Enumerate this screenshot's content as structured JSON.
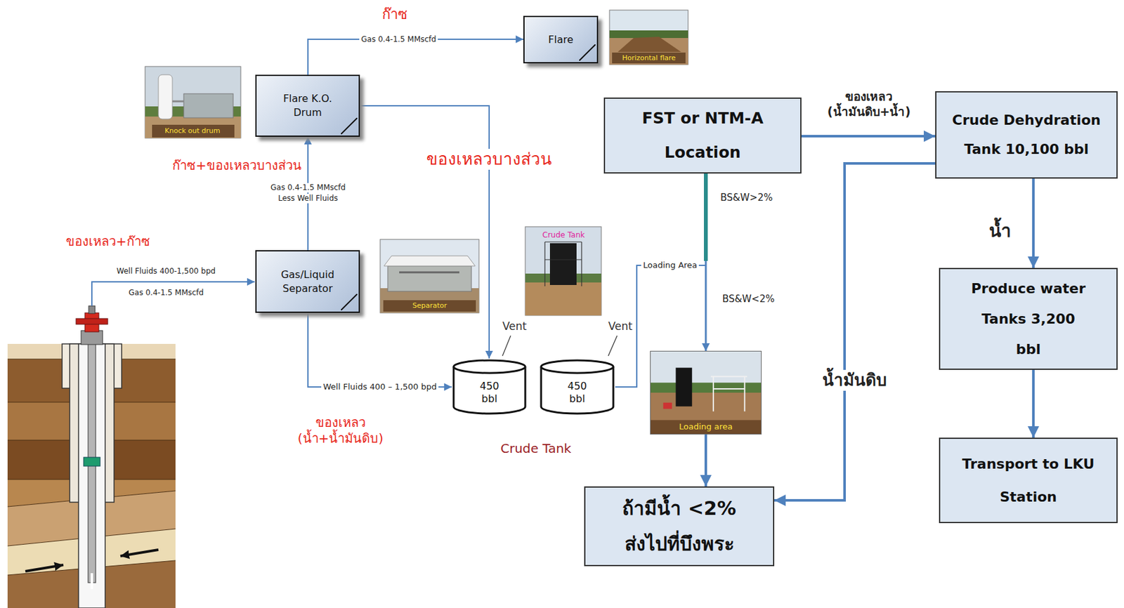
{
  "diagram": {
    "nodes": [
      {
        "text": [
          "Flare K.O. Drum"
        ]
      },
      {
        "text": [
          "Flare"
        ]
      },
      {
        "text": [
          "Gas/Liquid Separator"
        ]
      },
      {
        "text": [
          "FST or NTM-A Location"
        ]
      },
      {
        "text": [
          "Crude Dehydration Tank 10,100 bbl"
        ]
      },
      {
        "text": [
          "Produce water Tanks 3,200 bbl"
        ]
      },
      {
        "text": [
          "450 bbl"
        ]
      },
      {
        "text": [
          "450 bbl"
        ]
      },
      {
        "text": [
          "Loading area"
        ]
      },
      {
        "text": [
          "Transport to LKU Station"
        ]
      },
      {
        "text": [
          "ถ้ามีน้ำ <2% ส่งไปที่บึงพระ"
        ]
      }
    ],
    "edges": [
      {
        "from": 2,
        "to": 0,
        "arrow": "to",
        "label": "Gas 0.4-1.5 MMscfd"
      },
      {
        "from": 0,
        "to": 1,
        "arrow": "to",
        "label": "Gas 0.4-1.5 MMscfd"
      },
      {
        "from": 0,
        "to": 6,
        "arrow": "to"
      },
      {
        "from": 2,
        "to": 6,
        "arrow": "to",
        "label": "Well Fluids 400 – 1,500 bpd"
      },
      {
        "from": 7,
        "to": 8,
        "arrow": "to",
        "label": "Loading Area"
      },
      {
        "from": 3,
        "to": 8,
        "arrow": "to",
        "label": "BS&W<2%"
      },
      {
        "from": 3,
        "to": 4,
        "arrow": "to",
        "label": "ของเหลว (น้ำมันดิบ+น้ำ)"
      },
      {
        "from": 4,
        "to": 5,
        "arrow": "to",
        "label": "น้ำ"
      },
      {
        "from": 5,
        "to": 9,
        "arrow": "to"
      },
      {
        "from": 4,
        "to": 10,
        "arrow": "to",
        "label": "น้ำมันดิบ"
      },
      {
        "from": 8,
        "to": 10,
        "arrow": "to"
      }
    ],
    "labels": [
      "ก๊าซ",
      "Horizontal flare",
      "Knock out drum",
      "ก๊าซ+ของเหลวบางส่วน",
      "ของเหลวบางส่วน",
      "Less Well Fluids",
      "ของเหลว+ก๊าซ",
      "Well Fluids 400-1,500 bpd",
      "Gas 0.4-1.5 MMscfd",
      "Separator",
      "Crude Tank",
      "Vent",
      "Vent",
      "ของเหลว (น้ำ+น้ำมันดิบ)",
      "Crude Tank",
      "BS&W>2%"
    ]
  }
}
